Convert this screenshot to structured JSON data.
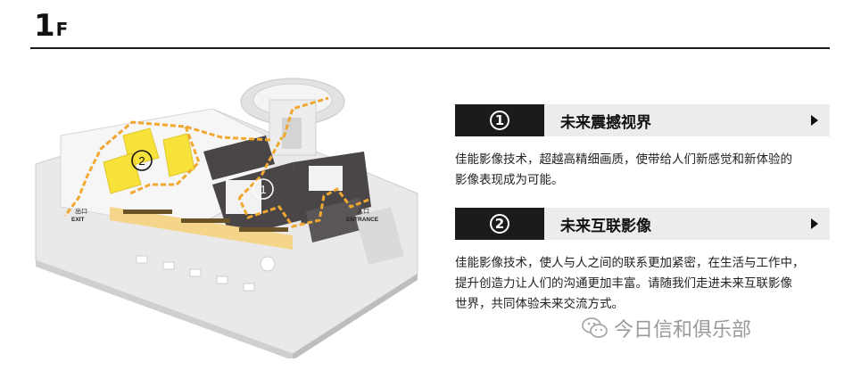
{
  "header": {
    "floor_number": "1",
    "floor_suffix": "F"
  },
  "map": {
    "exit_cn": "出口",
    "exit_en": "EXIT",
    "entrance_cn": "入口",
    "entrance_en": "ENTRANCE",
    "zone1": "1",
    "zone2": "2"
  },
  "sections": [
    {
      "number": "1",
      "title": "未来震撼视界",
      "description": [
        "佳能影像技术，超越高精细画质，使带给人们新感觉和新体验的",
        "影像表现成为可能。"
      ]
    },
    {
      "number": "2",
      "title": "未来互联影像",
      "description": [
        "佳能影像技术，使人与人之间的联系更加紧密，在生活与工作中，",
        "提升创造力让人们的沟通更加丰富。请随我们走进未来互联影像",
        "世界，共同体验未来交流方式。"
      ]
    }
  ],
  "watermark": {
    "text": "今日信和俱乐部"
  },
  "colors": {
    "accent": "#f0a830",
    "bar_dark": "#1b1b1b",
    "bar_light": "#ececec",
    "room_dark": "#4a4648",
    "highlight": "#f7e23a"
  }
}
